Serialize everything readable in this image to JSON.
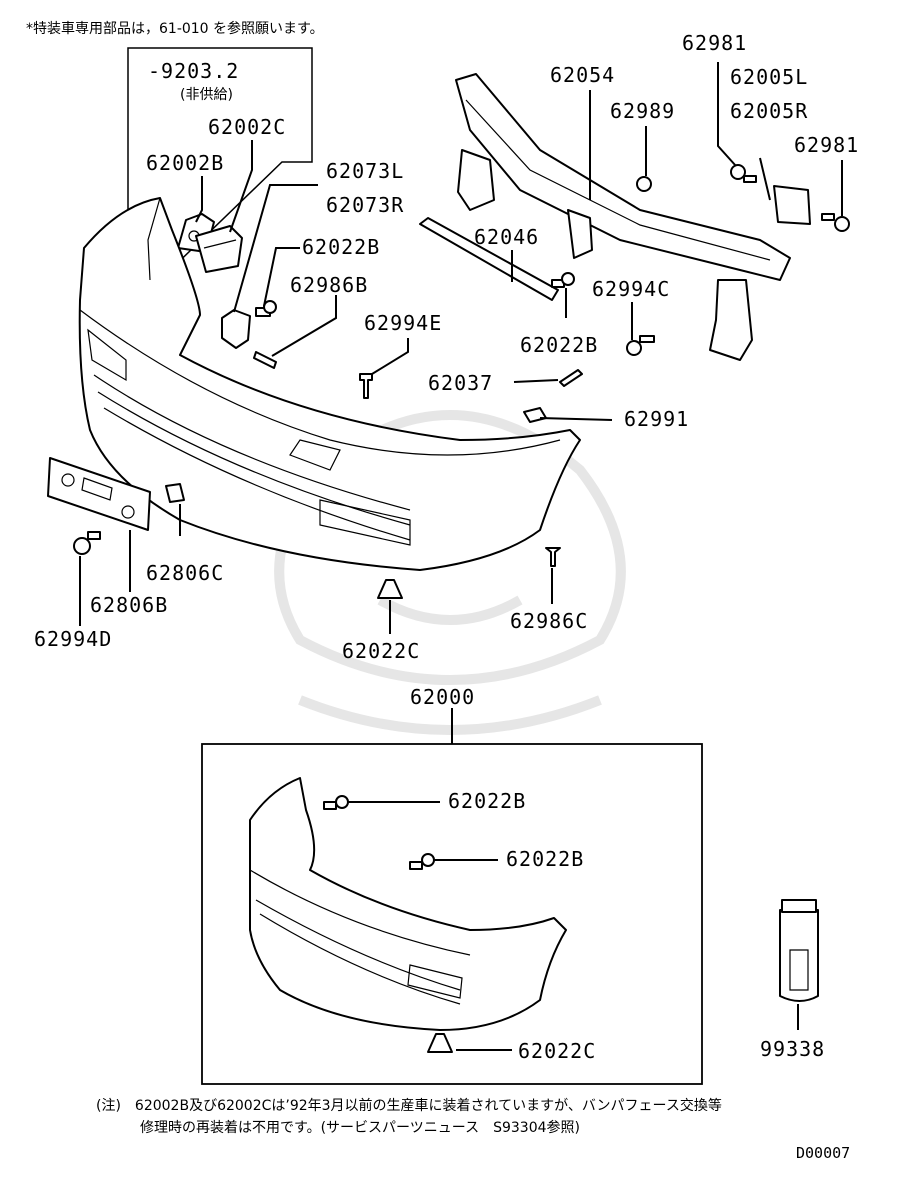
{
  "header_note": "*特装車専用部品は，61-010 を参照願います。",
  "inset_box": {
    "title": "-9203.2",
    "subtitle": "(非供給)"
  },
  "labels": {
    "l62002C": "62002C",
    "l62002B": "62002B",
    "l62073L": "62073L",
    "l62073R": "62073R",
    "l62022B_a": "62022B",
    "l62986B": "62986B",
    "l62994E": "62994E",
    "l62054": "62054",
    "l62989": "62989",
    "l62981_a": "62981",
    "l62005L": "62005L",
    "l62005R": "62005R",
    "l62981_b": "62981",
    "l62046": "62046",
    "l62994C": "62994C",
    "l62022B_b": "62022B",
    "l62037": "62037",
    "l62991": "62991",
    "l62806C": "62806C",
    "l62806B": "62806B",
    "l62994D": "62994D",
    "l62986C": "62986C",
    "l62022C_a": "62022C",
    "l62000": "62000",
    "l62022B_c": "62022B",
    "l62022B_d": "62022B",
    "l62022C_b": "62022C",
    "l99338": "99338"
  },
  "footnote": {
    "line1": "(注)　62002B及び62002Cは’92年3月以前の生産車に装着されていますが、バンパフェース交換等",
    "line2": "修理時の再装着は不用です。(サービスパーツニュース　S93304参照)"
  },
  "doc_code": "D00007"
}
